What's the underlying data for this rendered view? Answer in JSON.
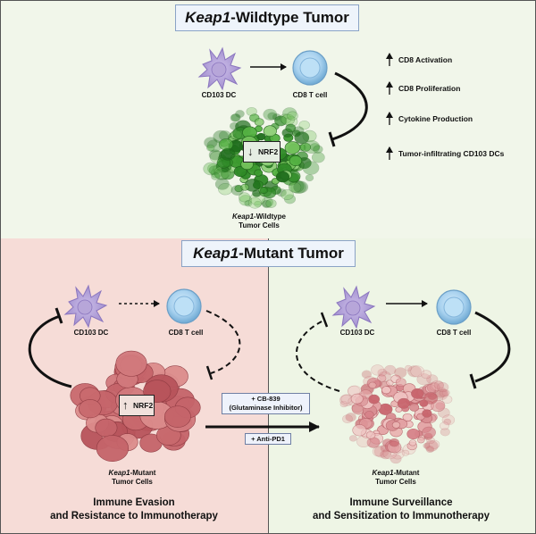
{
  "top_panel": {
    "title_italic": "Keap1",
    "title_rest": "-Wildtype Tumor",
    "dc_label": "CD103 DC",
    "tcell_label": "CD8 T cell",
    "nrf2_label": "NRF2",
    "tumor_label_italic": "Keap1",
    "tumor_label_rest": "-Wildtype",
    "tumor_label_line2": "Tumor Cells",
    "effects": [
      "CD8 Activation",
      "CD8 Proliferation",
      "Cytokine Production",
      "Tumor-infiltrating CD103 DCs"
    ]
  },
  "bottom_panel": {
    "title_italic": "Keap1",
    "title_rest": "-Mutant Tumor",
    "left": {
      "dc_label": "CD103 DC",
      "tcell_label": "CD8 T cell",
      "nrf2_label": "NRF2",
      "tumor_label_italic": "Keap1",
      "tumor_label_rest": "-Mutant",
      "tumor_label_line2": "Tumor Cells",
      "caption_line1": "Immune Evasion",
      "caption_line2": "and Resistance to Immunotherapy"
    },
    "treatment": {
      "drug1_line1": "+ CB-839",
      "drug1_line2": "(Glutaminase Inhibitor)",
      "drug2": "+ Anti-PD1"
    },
    "right": {
      "dc_label": "CD103 DC",
      "tcell_label": "CD8 T cell",
      "tumor_label_italic": "Keap1",
      "tumor_label_rest": "-Mutant",
      "tumor_label_line2": "Tumor Cells",
      "caption_line1": "Immune Surveillance",
      "caption_line2": "and Sensitization to Immunotherapy"
    }
  },
  "colors": {
    "top_bg": "#f1f6ea",
    "left_bg": "#f6dcd7",
    "right_bg": "#eef5e5",
    "title_box": "#eef4fb",
    "dc": "#b7a6d9",
    "tcell": "#a8d1ee",
    "green_tumor": "#3c9a2f",
    "red_tumor": "#c5646a"
  }
}
